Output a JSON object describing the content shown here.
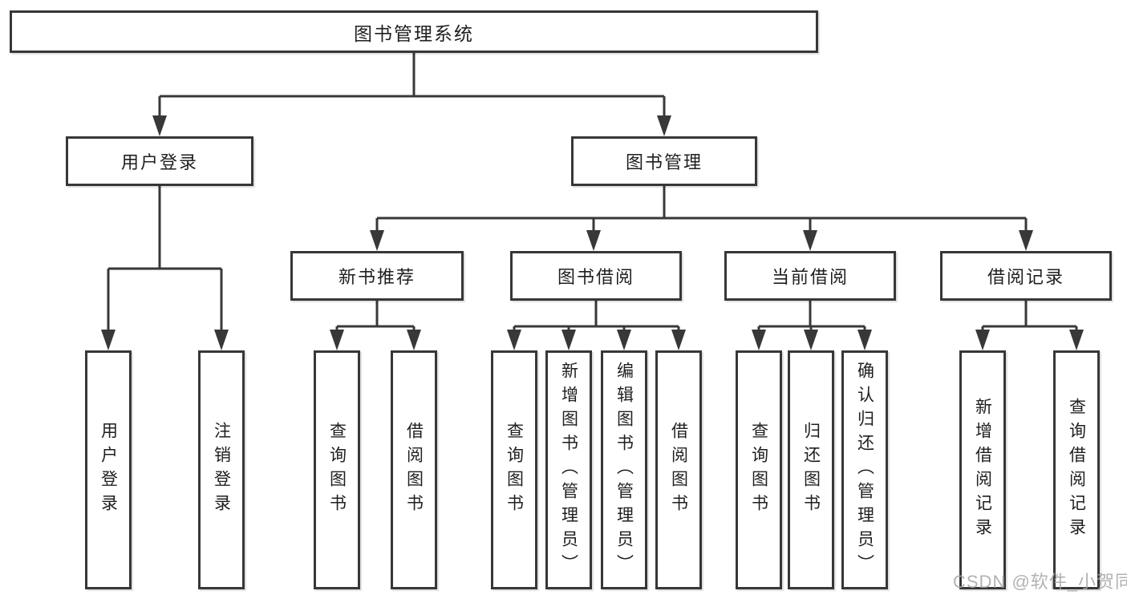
{
  "diagram": {
    "title": "图书管理系统",
    "root": {
      "label": "图书管理系统"
    },
    "level2": {
      "user_login": {
        "label": "用户登录"
      },
      "book_management": {
        "label": "图书管理"
      }
    },
    "level3": {
      "new_book_recommend": {
        "label": "新书推荐"
      },
      "book_borrow": {
        "label": "图书借阅"
      },
      "current_borrow": {
        "label": "当前借阅"
      },
      "borrow_records": {
        "label": "借阅记录"
      }
    },
    "leaves": {
      "user_login": [
        "用户登录",
        "注销登录"
      ],
      "new_book_recommend": [
        "查询图书",
        "借阅图书"
      ],
      "book_borrow": [
        "查询图书",
        "新增图书（管理员）",
        "编辑图书（管理员）",
        "借阅图书"
      ],
      "current_borrow": [
        "查询图书",
        "归还图书",
        "确认归还（管理员）"
      ],
      "borrow_records": [
        "新增借阅记录",
        "查询借阅记录"
      ]
    }
  },
  "watermark": "CSDN @软件_小贺同学",
  "colors": {
    "line": "#383838",
    "border": "#373737",
    "text": "#1f1f1f",
    "watermark": "#a5a5a5",
    "background": "#ffffff"
  }
}
